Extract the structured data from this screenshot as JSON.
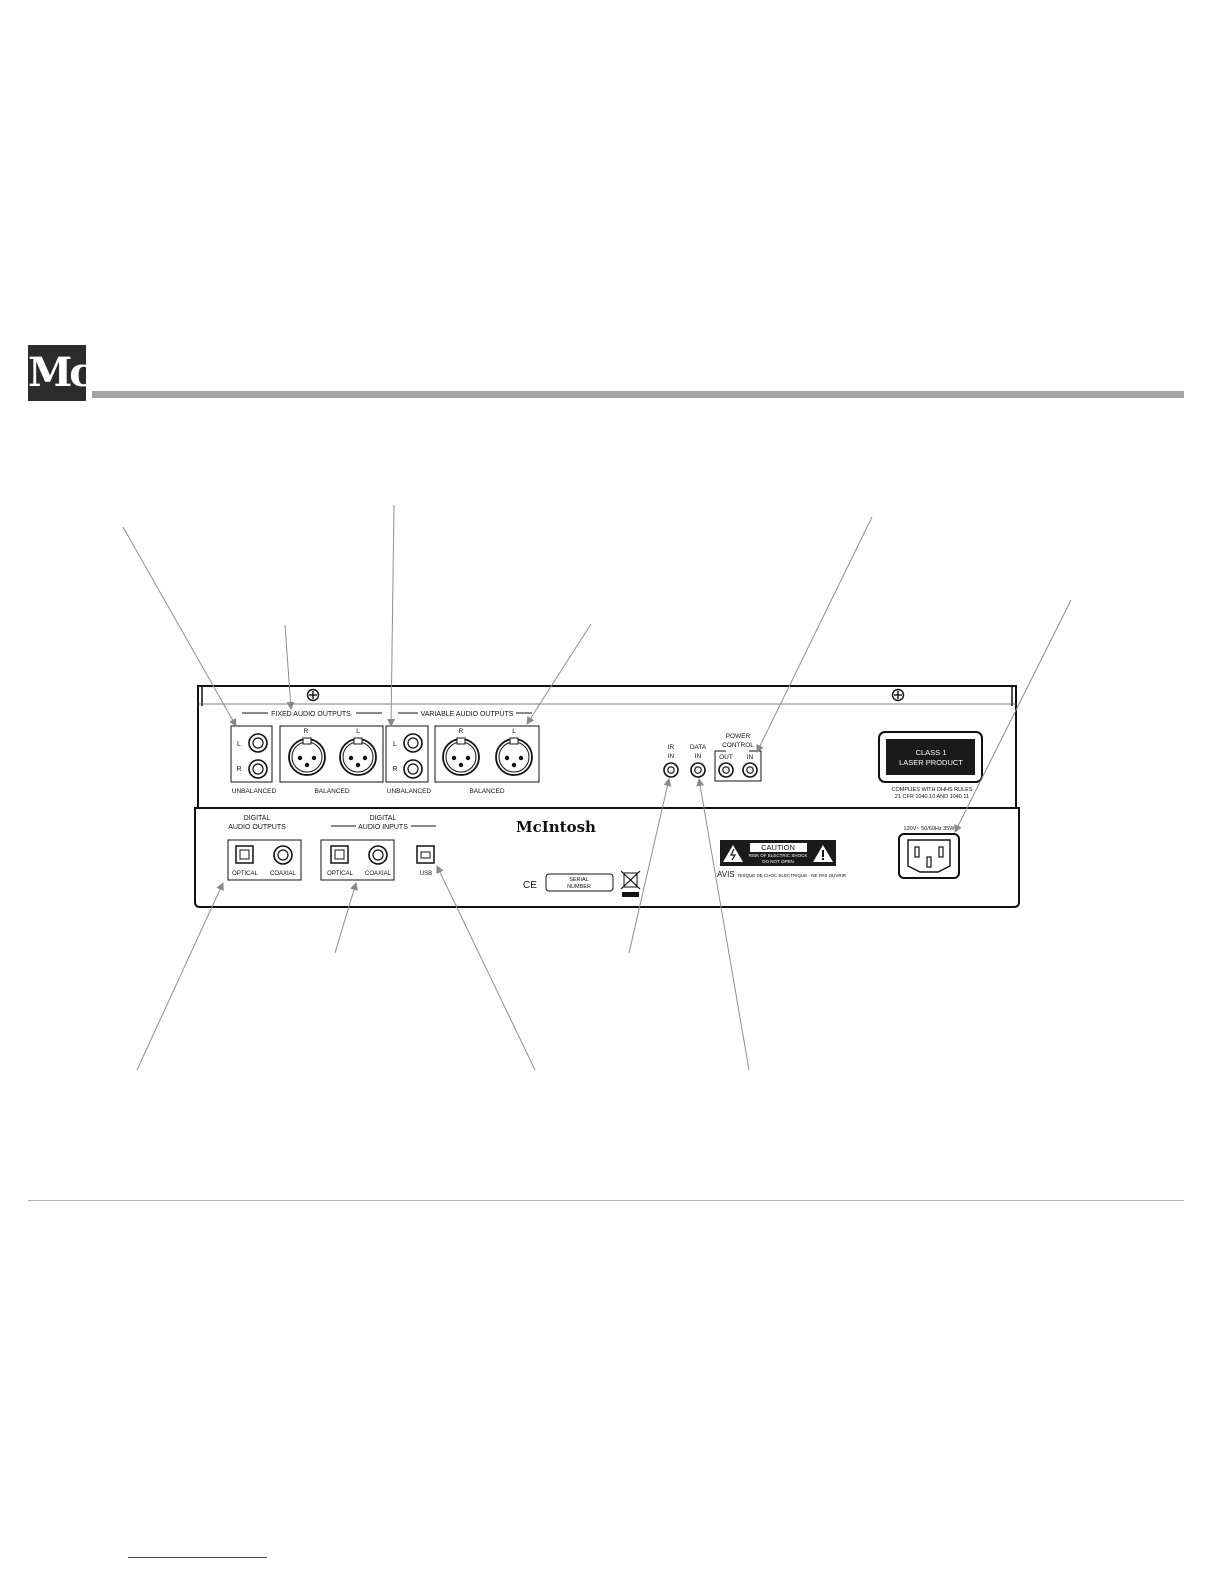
{
  "logo": {
    "text": "Mc"
  },
  "panel": {
    "fixed_audio_outputs": "FIXED AUDIO OUTPUTS",
    "variable_audio_outputs": "VARIABLE AUDIO OUTPUTS",
    "channel_l": "L",
    "channel_r": "R",
    "unbalanced": "UNBALANCED",
    "balanced": "BALANCED",
    "ir": "IR",
    "data": "DATA",
    "in": "IN",
    "out": "OUT",
    "power": "POWER",
    "control": "CONTROL",
    "laser_line1": "CLASS 1",
    "laser_line2": "LASER PRODUCT",
    "complies_line1": "COMPLIES WITH DHHS RULES",
    "complies_line2": "21 CFR 1040.10 AND 1040.11",
    "digital": "DIGITAL",
    "audio_outputs": "AUDIO OUTPUTS",
    "audio_inputs": "AUDIO INPUTS",
    "optical": "OPTICAL",
    "coaxial": "COAXIAL",
    "usb": "USB",
    "brand": "McIntosh",
    "ce": "CE",
    "serial_line1": "SERIAL",
    "serial_line2": "NUMBER",
    "caution": "CAUTION",
    "caution_line1": "RISK OF ELECTRIC SHOCK",
    "caution_line2": "DO NOT OPEN",
    "avis": "AVIS",
    "avis_text": "RISQUE DE CHOC ELECTRIQUE - NE PAS OUVRIR",
    "power_rating": "120V~ 50/60Hz 35W"
  }
}
